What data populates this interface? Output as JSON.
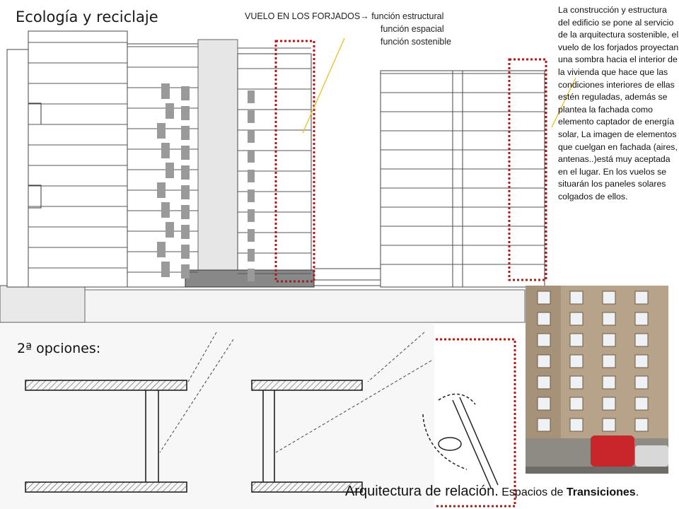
{
  "slide": {
    "title": "Ecología y reciclaje",
    "vuelo_note": {
      "line1_prefix": "VUELO  EN LOS FORJADOS",
      "arrow": "→",
      "line1_suffix": " función estructural",
      "line2": "función espacial",
      "line3": "función sostenible"
    },
    "side_text": "La construcción y estructura del edificio se pone al servicio de la arquitectura sostenible, el vuelo de los forjados proyectan una sombra hacia el interior de la vivienda que hace que las condiciones interiores de ellas estén reguladas, además se plantea la fachada como elemento captador de energía solar, La imagen de elementos que cuelgan en fachada (aires, antenas..)está muy aceptada en el lugar. En los vuelos se situarán los paneles solares colgados de ellos.",
    "options_label": "2ª opciones:",
    "footer": {
      "main": "Arquitectura de relación.",
      "sub_prefix": " Espacios de ",
      "sub_bold": "Transiciones",
      "sub_end": "."
    }
  },
  "colors": {
    "dashed_frame": "#b01818",
    "arrow_line": "#e8c020",
    "line_drawing": "#333333",
    "photo_building": "#b7a38a",
    "photo_van": "#c8262a"
  },
  "icons": [
    "elevation-drawing",
    "section-sketch",
    "building-photo",
    "arrow-icon"
  ]
}
